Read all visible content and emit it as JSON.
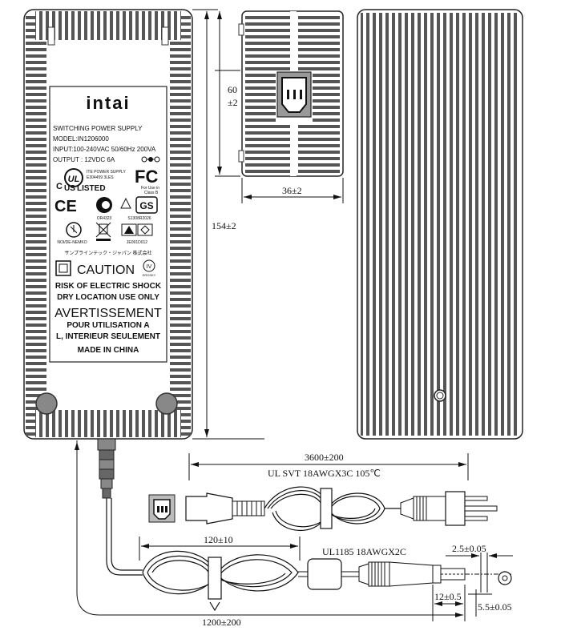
{
  "label": {
    "brand": "intai",
    "line1": "SWITCHING POWER SUPPLY",
    "line2": "MODEL:IN1206000",
    "line3": "INPUT:100-240VAC 50/60Hz 200VA",
    "line4": "OUTPUT : 12VDC 6A",
    "ul_top": "ITE POWER SUPPLY",
    "ul_code": "E304459 3LES",
    "ul_listed": "LISTED",
    "ul_c": "C",
    "ul_us": "US",
    "fcc": "FC",
    "fcc_sub": "For Use in",
    "fcc_class": "Class B",
    "ce": "CE",
    "ctick_code": "OR4323",
    "gs_code": "S1308R2026",
    "vde_code": "NOI/DE-NEMKO",
    "nemko_code": "JE091D012",
    "japan_text": "サンプラインテック・ジャパン 株式会社",
    "caution": "CAUTION",
    "iv_text": "IV",
    "iv_sub": "ERGSKY",
    "warn1": "RISK OF ELECTRIC SHOCK",
    "warn2": "DRY LOCATION USE ONLY",
    "fr_title": "AVERTISSEMENT",
    "fr1": "POUR UTILISATION A",
    "fr2": "L, INTERIEUR SEULEMENT",
    "made": "MADE IN CHINA"
  },
  "dims": {
    "height_60": "60",
    "height_60_tol": "±2",
    "width_36": "36±2",
    "length_154": "154±2",
    "ac_cord_len": "3600±200",
    "ac_cord_spec": "UL SVT 18AWGX3C 105℃",
    "loop_len": "120±10",
    "dc_cord_spec": "UL1185 18AWGX2C",
    "dc_cord_len": "1200±200",
    "pin_id": "2.5±0.05",
    "plug_len": "12±0.5",
    "plug_od": "5.5±0.05"
  }
}
